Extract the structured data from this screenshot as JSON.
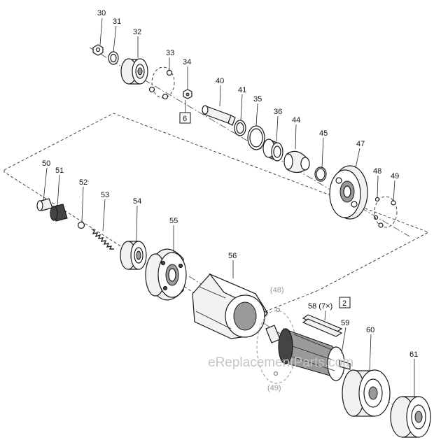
{
  "callouts": {
    "c30": "30",
    "c31": "31",
    "c32": "32",
    "c33": "33",
    "c34": "34",
    "c40": "40",
    "c41": "41",
    "c35": "35",
    "c36": "36",
    "c44": "44",
    "c45": "45",
    "c47": "47",
    "c48": "48",
    "c49": "49",
    "c50": "50",
    "c51": "51",
    "c52": "52",
    "c53": "53",
    "c54": "54",
    "c55": "55",
    "c56": "56",
    "c58": "58 (7×)",
    "c59": "59",
    "c60": "60",
    "c61": "61",
    "ref48": "(48)",
    "ref49": "(49)"
  },
  "boxes": {
    "box_6": "6",
    "box_2": "2"
  },
  "watermark": "eReplacementParts.com"
}
